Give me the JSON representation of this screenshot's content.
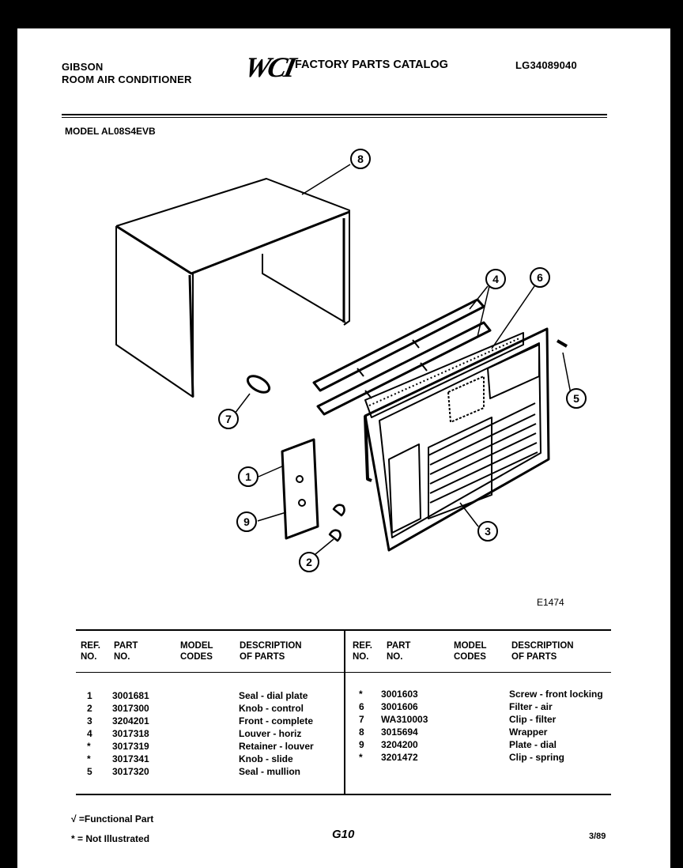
{
  "header": {
    "brand": "GIBSON",
    "product": "ROOM AIR CONDITIONER",
    "logo": "WCI",
    "catalog_title": "FACTORY PARTS CATALOG",
    "catalog_number": "LG34089040",
    "model_line": "MODEL AL08S4EVB"
  },
  "diagram": {
    "figure_id": "E1474",
    "callouts": [
      "8",
      "4",
      "6",
      "5",
      "7",
      "1",
      "9",
      "2",
      "3"
    ]
  },
  "table": {
    "col_ref": "REF.\nNO.",
    "col_part": "PART\nNO.",
    "col_model": "MODEL\nCODES",
    "col_desc": "DESCRIPTION\nOF PARTS",
    "left_rows": [
      {
        "ref": "1",
        "part": "3001681",
        "desc": "Seal - dial plate"
      },
      {
        "ref": "2",
        "part": "3017300",
        "desc": "Knob - control"
      },
      {
        "ref": "3",
        "part": "3204201",
        "desc": "Front - complete"
      },
      {
        "ref": "4",
        "part": "3017318",
        "desc": "Louver - horiz"
      },
      {
        "ref": "*",
        "part": "3017319",
        "desc": "Retainer - louver"
      },
      {
        "ref": "*",
        "part": "3017341",
        "desc": "Knob - slide"
      },
      {
        "ref": "5",
        "part": "3017320",
        "desc": "Seal - mullion"
      }
    ],
    "right_rows": [
      {
        "ref": "*",
        "part": "3001603",
        "desc": "Screw - front locking"
      },
      {
        "ref": "6",
        "part": "3001606",
        "desc": "Filter - air"
      },
      {
        "ref": "7",
        "part": "WA310003",
        "desc": "Clip - filter"
      },
      {
        "ref": "8",
        "part": "3015694",
        "desc": "Wrapper"
      },
      {
        "ref": "9",
        "part": "3204200",
        "desc": "Plate - dial"
      },
      {
        "ref": "*",
        "part": "3201472",
        "desc": "Clip - spring"
      }
    ]
  },
  "footer": {
    "legend_functional": "√ =Functional Part",
    "legend_not_illustrated": "* = Not Illustrated",
    "page_code": "G10",
    "date": "3/89"
  }
}
